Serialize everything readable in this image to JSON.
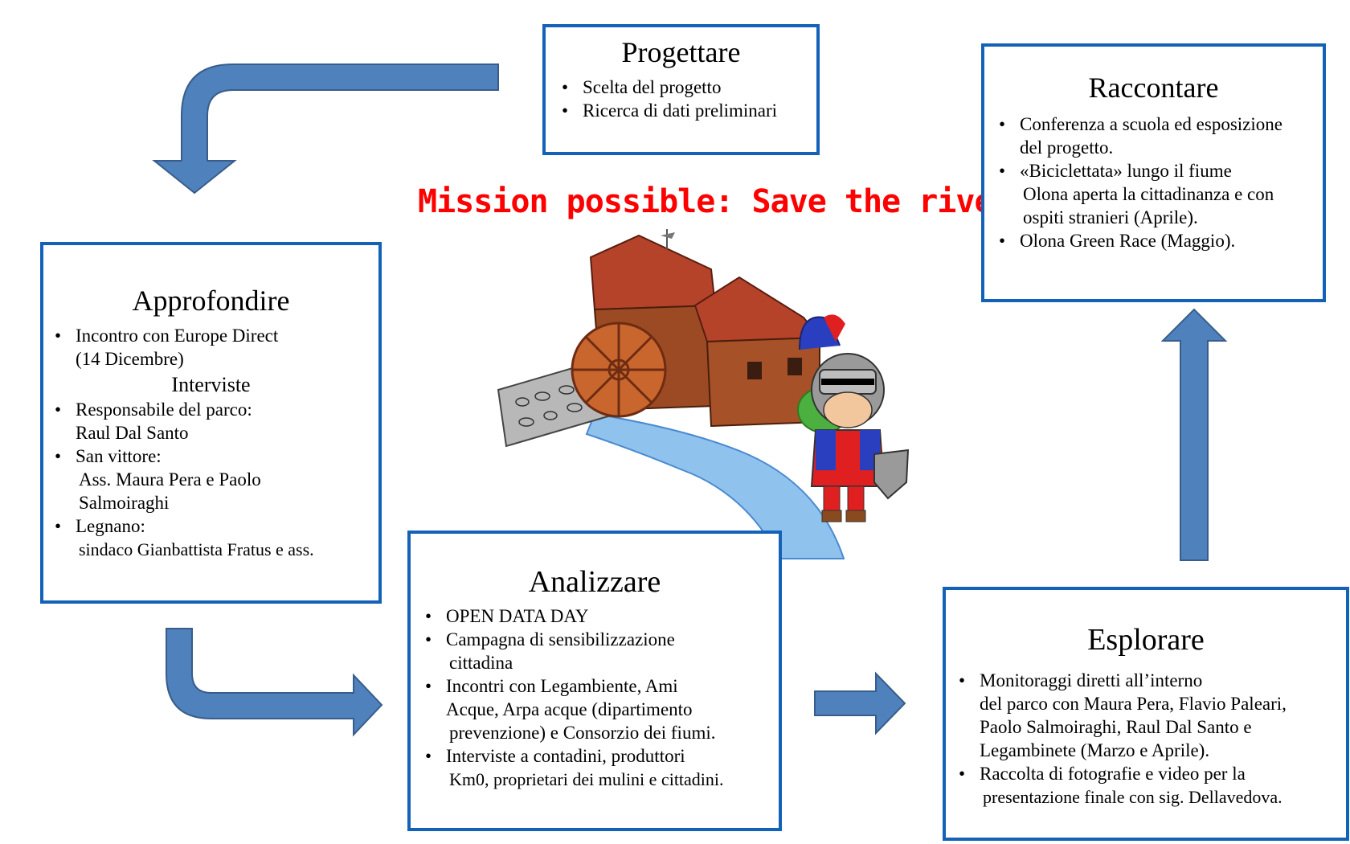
{
  "title": "Mission possible: Save the river",
  "colors": {
    "box_border": "#1462b8",
    "arrow": "#4f81bd",
    "arrow_stroke": "#385d8a",
    "title": "#ff0000"
  },
  "boxes": {
    "progettare": {
      "heading": "Progettare",
      "items": [
        "Scelta del progetto",
        "Ricerca  di dati preliminari"
      ]
    },
    "raccontare": {
      "heading": "Raccontare",
      "items": [
        [
          "Conferenza a scuola ed esposizione",
          "del progetto."
        ],
        [
          "«Biciclettata»  lungo il  fiume",
          "Olona aperta la cittadinanza e con",
          "ospiti stranieri  (Aprile)."
        ],
        [
          "Olona Green Race  (Maggio)."
        ]
      ]
    },
    "approfondire": {
      "heading": "Approfondire",
      "item1": [
        "Incontro con Europe Direct",
        "(14 Dicembre)"
      ],
      "subheading": "Interviste",
      "items2": [
        [
          "Responsabile del parco:",
          "Raul Dal Santo"
        ],
        [
          "San vittore:",
          "Ass. Maura Pera e Paolo",
          "Salmoiraghi"
        ],
        [
          "Legnano:",
          "sindaco Gianbattista Fratus e  ass."
        ]
      ]
    },
    "analizzare": {
      "heading": "Analizzare",
      "items": [
        [
          "OPEN DATA DAY"
        ],
        [
          "Campagna di sensibilizzazione",
          "cittadina"
        ],
        [
          "Incontri con Legambiente, Ami",
          "Acque, Arpa acque (dipartimento",
          "prevenzione) e Consorzio dei fiumi."
        ],
        [
          "Interviste  a contadini,  produttori",
          "Km0, proprietari dei mulini e cittadini."
        ]
      ]
    },
    "esplorare": {
      "heading": "Esplorare",
      "items": [
        [
          "Monitoraggi  diretti all’interno",
          "del parco con Maura Pera, Flavio Paleari,",
          "Paolo Salmoiraghi,  Raul Dal Santo e",
          "Legambinete (Marzo e Aprile)."
        ],
        [
          "Raccolta di fotografie e video per la",
          "presentazione finale con sig. Dellavedova."
        ]
      ]
    }
  },
  "illustration": {
    "subject": "watermill-with-knight-drawing"
  }
}
